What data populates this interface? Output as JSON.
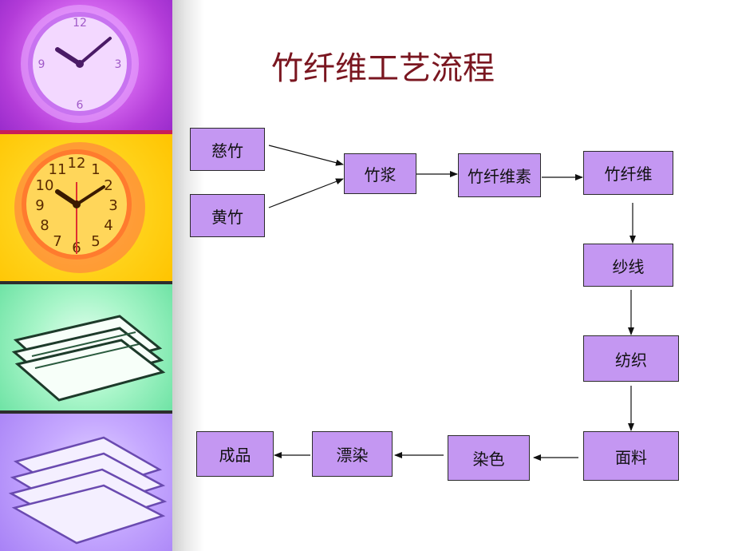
{
  "title": "竹纤维工艺流程",
  "colors": {
    "node_fill": "#c497f2",
    "title": "#7a1620"
  },
  "decor": {
    "images": [
      "purple-clock-image",
      "yellow-clock-image",
      "green-books-image",
      "purple-papers-image"
    ]
  },
  "nodes": {
    "cizhu": "慈竹",
    "huangzhu": "黄竹",
    "zhujiang": "竹浆",
    "zhuxianweisu": "竹纤维素",
    "zhuxianwei": "竹纤维",
    "shaxian": "纱线",
    "fangzhi": "纺织",
    "mianliao": "面料",
    "ranse": "染色",
    "piaoran": "漂染",
    "chengpin": "成品"
  },
  "edges": [
    [
      "cizhu",
      "zhujiang"
    ],
    [
      "huangzhu",
      "zhujiang"
    ],
    [
      "zhujiang",
      "zhuxianweisu"
    ],
    [
      "zhuxianweisu",
      "zhuxianwei"
    ],
    [
      "zhuxianwei",
      "shaxian"
    ],
    [
      "shaxian",
      "fangzhi"
    ],
    [
      "fangzhi",
      "mianliao"
    ],
    [
      "mianliao",
      "ranse"
    ],
    [
      "ranse",
      "piaoran"
    ],
    [
      "piaoran",
      "chengpin"
    ]
  ]
}
